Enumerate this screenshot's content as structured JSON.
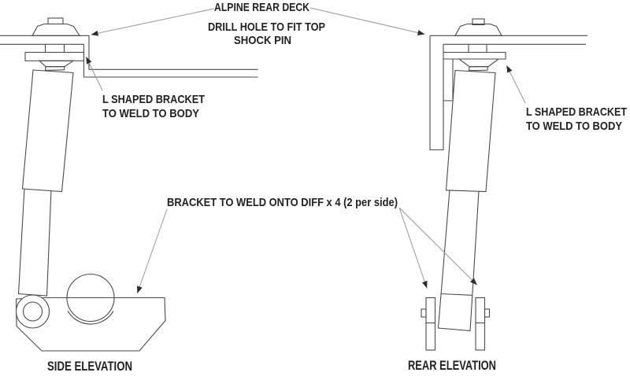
{
  "diagram": {
    "labels": {
      "deck": "ALPINE REAR DECK",
      "drill_hole_line1": "DRILL HOLE TO FIT TOP",
      "drill_hole_line2": "SHOCK PIN",
      "l_bracket_line1": "L SHAPED BRACKET",
      "l_bracket_line2": "TO WELD TO BODY",
      "diff_bracket": "BRACKET TO WELD ONTO DIFF x 4 (2 per side)",
      "side_view": "SIDE ELEVATION",
      "rear_view": "REAR ELEVATION"
    },
    "colors": {
      "background": "#ffffff",
      "part_line": "#4a4a4a",
      "leader_line": "#979797",
      "arrowhead": "#2d2d2d",
      "text": "#231f20"
    }
  }
}
